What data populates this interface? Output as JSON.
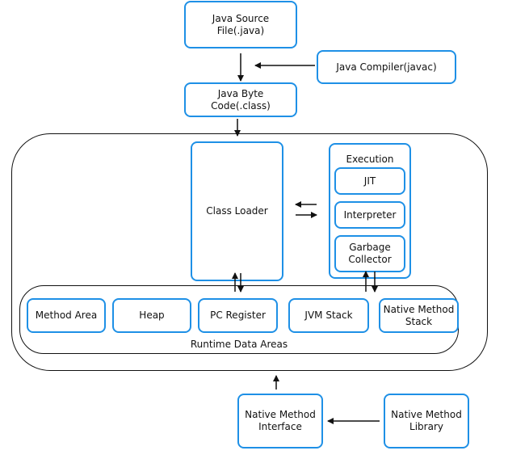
{
  "nodes": {
    "java_source": "Java Source\nFile(.java)",
    "java_compiler": "Java Compiler(javac)",
    "byte_code": "Java Byte\nCode(.class)",
    "class_loader": "Class Loader",
    "execution_title": "Execution",
    "jit": "JIT",
    "interpreter": "Interpreter",
    "garbage_collector": "Garbage\nCollector",
    "method_area": "Method Area",
    "heap": "Heap",
    "pc_register": "PC Register",
    "jvm_stack": "JVM Stack",
    "native_method_stack": "Native Method\nStack",
    "runtime_data_areas": "Runtime Data Areas",
    "native_method_interface": "Native Method\nInterface",
    "native_method_library": "Native Method\nLibrary"
  },
  "colors": {
    "box_border": "#1e90e6",
    "frame_border": "#111111"
  }
}
